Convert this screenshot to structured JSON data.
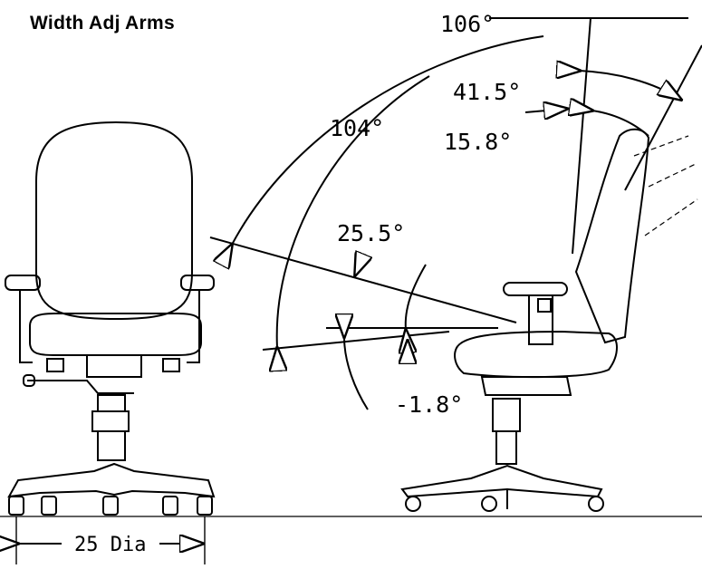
{
  "title": "Width Adj Arms",
  "angles": {
    "a106": "106°",
    "a41_5": "41.5°",
    "a15_8": "15.8°",
    "a104": "104°",
    "a25_5": "25.5°",
    "a_neg1_8": "-1.8°"
  },
  "base_dimension": "25 Dia",
  "colors": {
    "line": "#000000",
    "background": "#ffffff"
  }
}
